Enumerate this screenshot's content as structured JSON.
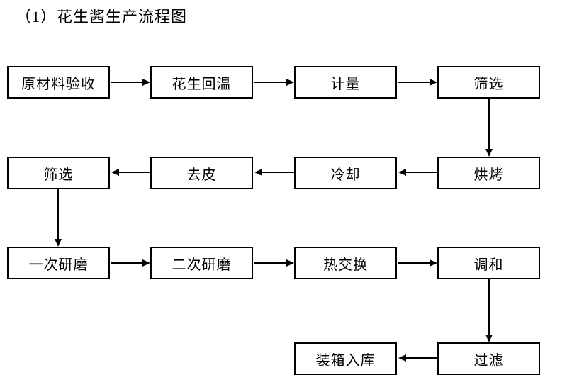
{
  "page": {
    "title": "（1）花生酱生产流程图"
  },
  "flowchart": {
    "type": "process-flow",
    "nodes": [
      {
        "id": "raw-material-inspection",
        "label": "原材料验收"
      },
      {
        "id": "peanut-rewarming",
        "label": "花生回温"
      },
      {
        "id": "measuring",
        "label": "计量"
      },
      {
        "id": "screening-1",
        "label": "筛选"
      },
      {
        "id": "roasting",
        "label": "烘烤"
      },
      {
        "id": "cooling",
        "label": "冷却"
      },
      {
        "id": "peeling",
        "label": "去皮"
      },
      {
        "id": "screening-2",
        "label": "筛选"
      },
      {
        "id": "first-grinding",
        "label": "一次研磨"
      },
      {
        "id": "second-grinding",
        "label": "二次研磨"
      },
      {
        "id": "heat-exchange",
        "label": "热交换"
      },
      {
        "id": "blending",
        "label": "调和"
      },
      {
        "id": "filtering",
        "label": "过滤"
      },
      {
        "id": "packing-warehousing",
        "label": "装箱入库"
      }
    ],
    "edges": [
      {
        "from": "raw-material-inspection",
        "to": "peanut-rewarming",
        "direction": "right"
      },
      {
        "from": "peanut-rewarming",
        "to": "measuring",
        "direction": "right"
      },
      {
        "from": "measuring",
        "to": "screening-1",
        "direction": "right"
      },
      {
        "from": "screening-1",
        "to": "roasting",
        "direction": "down"
      },
      {
        "from": "roasting",
        "to": "cooling",
        "direction": "left"
      },
      {
        "from": "cooling",
        "to": "peeling",
        "direction": "left"
      },
      {
        "from": "peeling",
        "to": "screening-2",
        "direction": "left"
      },
      {
        "from": "screening-2",
        "to": "first-grinding",
        "direction": "down"
      },
      {
        "from": "first-grinding",
        "to": "second-grinding",
        "direction": "right"
      },
      {
        "from": "second-grinding",
        "to": "heat-exchange",
        "direction": "right"
      },
      {
        "from": "heat-exchange",
        "to": "blending",
        "direction": "right"
      },
      {
        "from": "blending",
        "to": "filtering",
        "direction": "down"
      },
      {
        "from": "filtering",
        "to": "packing-warehousing",
        "direction": "left"
      }
    ],
    "colors": {
      "line": "#000000",
      "box_background": "#ffffff",
      "text": "#000000",
      "page_background": "#ffffff"
    }
  }
}
